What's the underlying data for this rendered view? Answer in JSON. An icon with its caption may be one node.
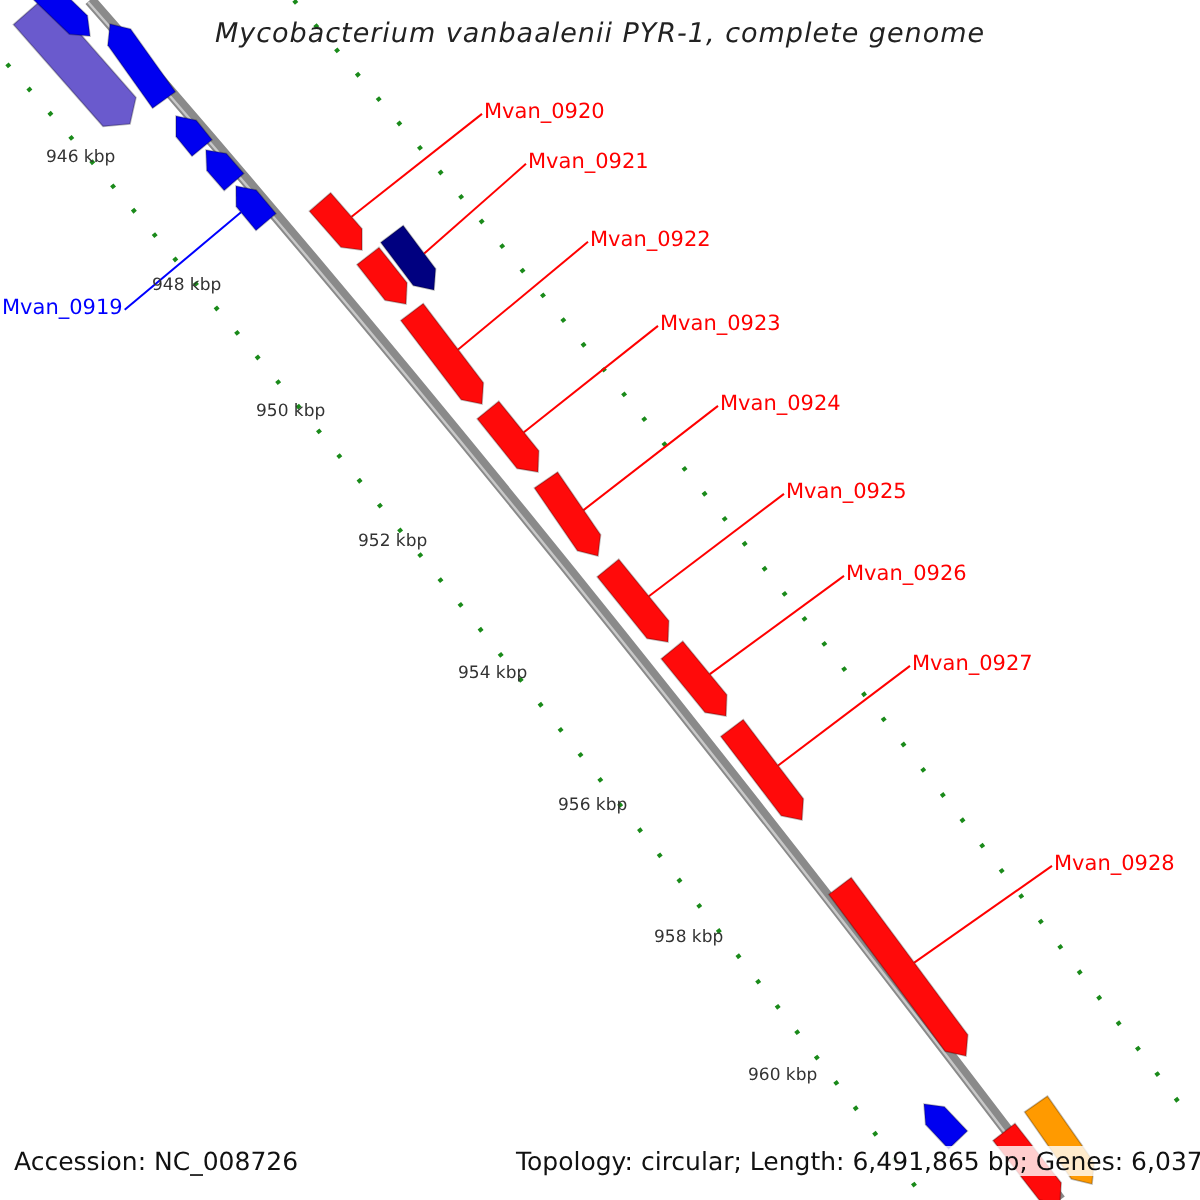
{
  "diagram": {
    "title": "Mycobacterium vanbaalenii PYR-1, complete genome",
    "nodes": [
      {
        "text": [
          "Mvan_0919"
        ]
      },
      {
        "text": [
          "Mvan_0920"
        ]
      },
      {
        "text": [
          "Mvan_0921"
        ]
      },
      {
        "text": [
          "Mvan_0922"
        ]
      },
      {
        "text": [
          "Mvan_0923"
        ]
      },
      {
        "text": [
          "Mvan_0924"
        ]
      },
      {
        "text": [
          "Mvan_0925"
        ]
      },
      {
        "text": [
          "Mvan_0926"
        ]
      },
      {
        "text": [
          "Mvan_0927"
        ]
      },
      {
        "text": [
          "Mvan_0928"
        ]
      },
      {
        "text": [],
        "shape": "arrow"
      },
      {
        "text": [],
        "shape": "arrow"
      },
      {
        "text": [],
        "shape": "arrow"
      },
      {
        "text": [],
        "shape": "arrow"
      },
      {
        "text": [],
        "shape": "arrow"
      },
      {
        "text": [],
        "shape": "arrow"
      },
      {
        "text": [],
        "shape": "arrow"
      },
      {
        "text": [],
        "shape": "arrow"
      },
      {
        "text": [],
        "shape": "arrow"
      },
      {
        "text": [],
        "shape": "arrow"
      },
      {
        "text": [],
        "shape": "arrow"
      },
      {
        "text": [],
        "shape": "arrow"
      },
      {
        "text": [],
        "shape": "arrow"
      },
      {
        "text": [],
        "shape": "arrow"
      },
      {
        "text": [],
        "shape": "arrow"
      },
      {
        "text": [],
        "shape": "arrow"
      },
      {
        "text": [],
        "shape": "arrow"
      },
      {
        "text": [],
        "shape": "arrow"
      },
      {
        "text": [],
        "shape": "arrow"
      }
    ],
    "edges": [
      {
        "from": 0,
        "to": 15,
        "arrow": "none",
        "color": "#0000ff"
      },
      {
        "from": 1,
        "to": 16,
        "arrow": "none"
      },
      {
        "from": 2,
        "to": 18,
        "arrow": "none"
      },
      {
        "from": 3,
        "to": 19,
        "arrow": "none"
      },
      {
        "from": 4,
        "to": 20,
        "arrow": "none"
      },
      {
        "from": 5,
        "to": 21,
        "arrow": "none"
      },
      {
        "from": 6,
        "to": 22,
        "arrow": "none"
      },
      {
        "from": 7,
        "to": 23,
        "arrow": "none"
      },
      {
        "from": 8,
        "to": 24,
        "arrow": "none"
      },
      {
        "from": 9,
        "to": 25,
        "arrow": "none"
      }
    ],
    "labels": [
      "946 kbp",
      "948 kbp",
      "950 kbp",
      "952 kbp",
      "954 kbp",
      "956 kbp",
      "958 kbp",
      "960 kbp",
      "Accession: NC_008726",
      "Topology: circular; Length: 6,491,865 bp; Genes: 6,037"
    ]
  }
}
